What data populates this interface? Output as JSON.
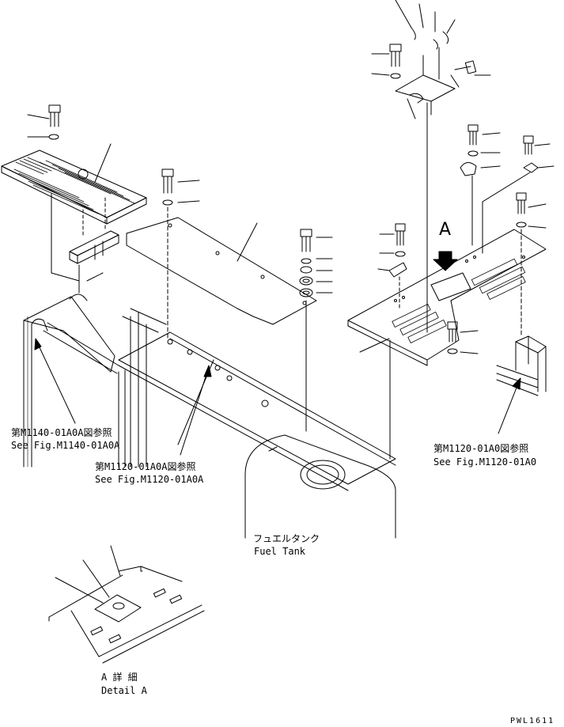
{
  "references": {
    "left_jp": "第M1140-01A0A図参照",
    "left_en": "See Fig.M1140-01A0A",
    "center_jp": "第M1120-01A0A図参照",
    "center_en": "See Fig.M1120-01A0A",
    "right_jp": "第M1120-01A0図参照",
    "right_en": "See Fig.M1120-01A0"
  },
  "fuel_tank": {
    "jp": "フュエルタンク",
    "en": "Fuel Tank"
  },
  "detail": {
    "jp": "A 詳 細",
    "en": "Detail A"
  },
  "view_marker": "A",
  "drawing_code": "PWL1611"
}
